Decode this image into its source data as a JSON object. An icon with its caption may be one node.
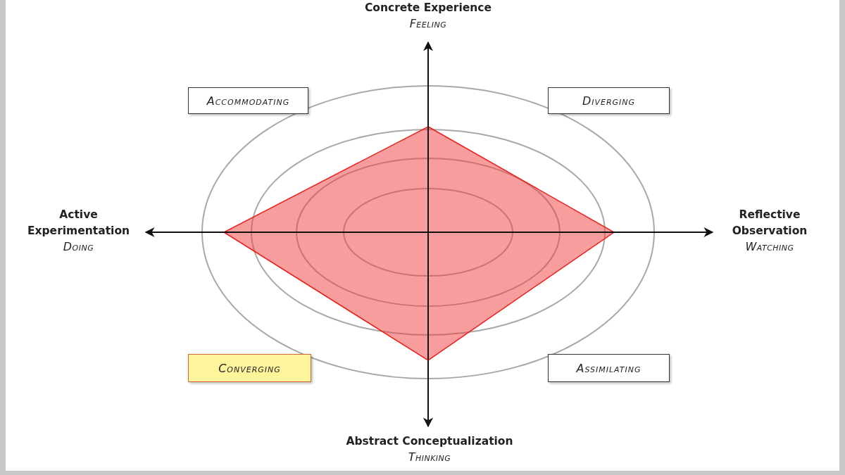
{
  "diagram": {
    "nodes": [
      {
        "text": [
          "Concrete Experience",
          "Feeling"
        ]
      },
      {
        "text": [
          "Accommodating"
        ]
      },
      {
        "text": [
          "Diverging"
        ]
      },
      {
        "text": [
          "Active Experimentation",
          "Doing"
        ]
      },
      {
        "text": [
          "Reflective Observation",
          "Watching"
        ]
      },
      {
        "text": [
          "Converging"
        ]
      },
      {
        "text": [
          "Assimilating"
        ]
      },
      {
        "text": [
          "Abstract Conceptualization",
          "Thinking"
        ]
      }
    ],
    "edges": [
      {
        "from": 0,
        "to": 7,
        "arrow": "both"
      },
      {
        "from": 3,
        "to": 4,
        "arrow": "both"
      }
    ]
  }
}
